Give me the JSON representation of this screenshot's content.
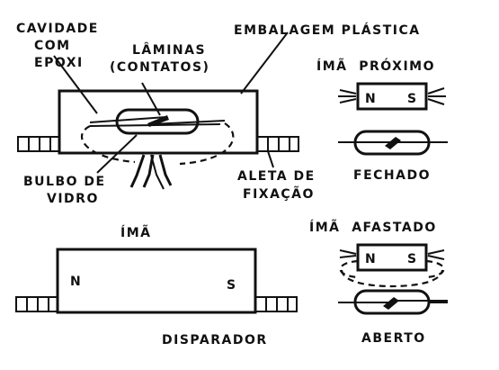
{
  "labels": {
    "cavidade_com": "CAVIDADE",
    "com": "COM",
    "epoxi": "EPOXI",
    "laminas": "LÂMINAS",
    "contatos": "(CONTATOS)",
    "embalagem": "EMBALAGEM PLÁSTICA",
    "ima_proximo": "ÍMÃ  PRÓXIMO",
    "bulbo": "BULBO DE",
    "vidro": "VIDRO",
    "aleta": "ALETA DE",
    "fixacao": "FIXAÇÃO",
    "fechado": "FECHADO",
    "ima": "ÍMÃ",
    "ima_afastado": "ÍMÃ  AFASTADO",
    "disparador": "DISPARADOR",
    "aberto": "ABERTO",
    "pole_n": "N",
    "pole_s": "S"
  },
  "colors": {
    "ink": "#111111",
    "paper": "#ffffff"
  }
}
